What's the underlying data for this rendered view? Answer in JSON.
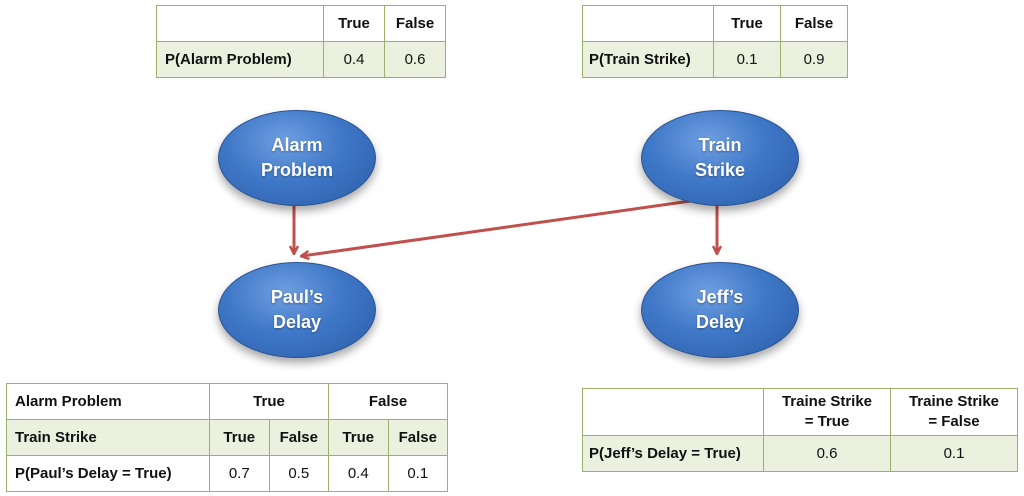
{
  "nodes": {
    "alarm_problem": "Alarm\nProblem",
    "train_strike": "Train\nStrike",
    "pauls_delay": "Paul’s\nDelay",
    "jeffs_delay": "Jeff’s\nDelay"
  },
  "tables": {
    "alarm": {
      "header": [
        "True",
        "False"
      ],
      "row_label": "P(Alarm Problem)",
      "values": [
        "0.4",
        "0.6"
      ]
    },
    "train": {
      "header": [
        "True",
        "False"
      ],
      "row_label": "P(Train Strike)",
      "values": [
        "0.1",
        "0.9"
      ]
    },
    "paul": {
      "row1_label": "Alarm Problem",
      "row1_values": [
        "True",
        "False"
      ],
      "row2_label": "Train Strike",
      "row2_values": [
        "True",
        "False",
        "True",
        "False"
      ],
      "row3_label": "P(Paul’s Delay = True)",
      "row3_values": [
        "0.7",
        "0.5",
        "0.4",
        "0.1"
      ]
    },
    "jeff": {
      "header": [
        "Traine Strike\n= True",
        "Traine Strike\n= False"
      ],
      "row_label": "P(Jeff’s Delay = True)",
      "values": [
        "0.6",
        "0.1"
      ]
    }
  },
  "colors": {
    "node_fill": "#3f78c8",
    "arrow": "#c0504d",
    "table_border": "#9bb06a",
    "table_shade": "#ebf1de"
  }
}
